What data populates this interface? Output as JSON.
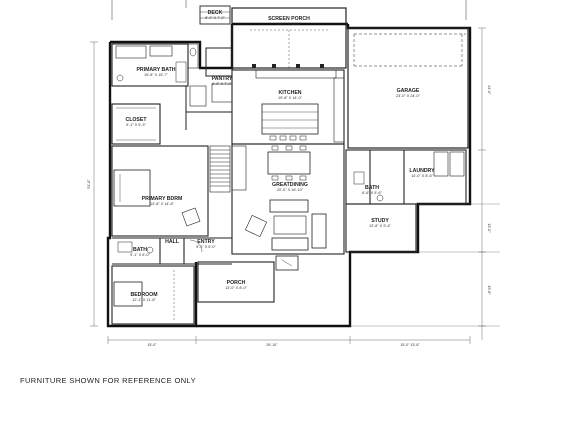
{
  "rooms": {
    "deck": {
      "name": "DECK",
      "size": "8'-0\" X 7'-0\""
    },
    "screen_porch": {
      "name": "SCREEN PORCH",
      "size": "19'-6\" X 13'-0\""
    },
    "primary_bath": {
      "name": "PRIMARY BATH",
      "size": "15'-8\" X 15'-7\""
    },
    "pantry": {
      "name": "PANTRY",
      "size": "6'-0\" X 7'-0\""
    },
    "kitchen": {
      "name": "KITCHEN",
      "size": "19'-8\" X 14'-0\""
    },
    "garage": {
      "name": "GARAGE",
      "size": "23'-0\" X 24'-0\""
    },
    "closet": {
      "name": "CLOSET",
      "size": "9'-1\" X 9'-3\""
    },
    "primary_bdrm": {
      "name": "PRIMARY BDRM",
      "size": "14'-8\" X 14'-8\""
    },
    "greatdining": {
      "name": "GREATDINING",
      "size": "20'-0\" X 16'-10\""
    },
    "bath_2": {
      "name": "BATH",
      "size": "6'-6\" X 5'-6\""
    },
    "laundry": {
      "name": "LAUNDRY",
      "size": "14'-0\" X 8'-6\""
    },
    "study": {
      "name": "STUDY",
      "size": "12'-8\" X 9'-4\""
    },
    "hall": {
      "name": "HALL",
      "size": ""
    },
    "entry": {
      "name": "ENTRY",
      "size": "9'-1\" X 5'-0\""
    },
    "bath_3": {
      "name": "BATH",
      "size": "9'-1\" X 5'-0\""
    },
    "porch": {
      "name": "PORCH",
      "size": "13'-0\" X 8'-0\""
    },
    "bedroom": {
      "name": "BEDROOM",
      "size": "12'-1\" X 11'-8\""
    }
  },
  "dimensions": {
    "bottom_left": "15'-0\"",
    "bottom_mid": "26'-10\"",
    "bottom_right": "15'-0\" 15'-8\"",
    "overall_left": "51'-8\"",
    "right_top": "24'-0\"",
    "right_mid": "13'-0\"",
    "right_bottom": "19'-8\""
  },
  "note": "FURNITURE SHOWN FOR REFERENCE ONLY"
}
